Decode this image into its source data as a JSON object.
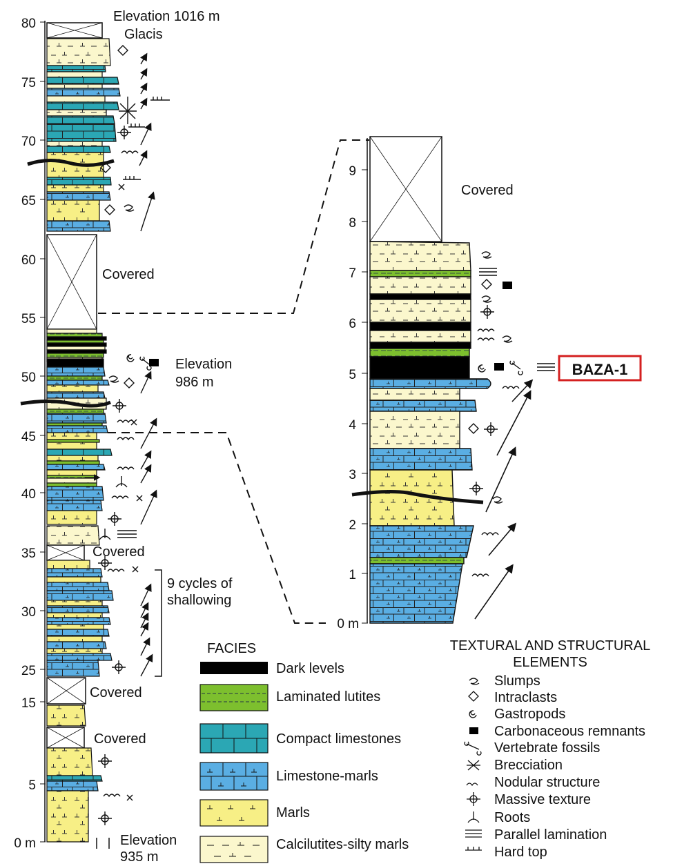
{
  "left_column": {
    "elevation_top": "Elevation 1016 m",
    "glacis": "Glacis",
    "elevation_mid_line1": "Elevation",
    "elevation_mid_line2": "986 m",
    "elevation_bottom_line1": "Elevation",
    "elevation_bottom_line2": "935 m",
    "covered_upper": "Covered",
    "covered_35": "Covered",
    "covered_17": "Covered",
    "covered_10": "Covered",
    "cycles_line1": "9 cycles of",
    "cycles_line2": "shallowing",
    "axis_ticks": [
      {
        "label": "80"
      },
      {
        "label": "75"
      },
      {
        "label": "70"
      },
      {
        "label": "65"
      },
      {
        "label": "60"
      },
      {
        "label": "55"
      },
      {
        "label": "50"
      },
      {
        "label": "45"
      },
      {
        "label": "40"
      },
      {
        "label": "35"
      },
      {
        "label": "30"
      },
      {
        "label": "25"
      },
      {
        "label": "15"
      },
      {
        "label": "5"
      },
      {
        "label": "0 m"
      }
    ]
  },
  "right_column": {
    "covered": "Covered",
    "sample_label": "BAZA-1",
    "sample_color": "#d42020",
    "axis_ticks": [
      {
        "label": "9"
      },
      {
        "label": "8"
      },
      {
        "label": "7"
      },
      {
        "label": "6"
      },
      {
        "label": "5"
      },
      {
        "label": "4"
      },
      {
        "label": "3"
      },
      {
        "label": "2"
      },
      {
        "label": "1"
      },
      {
        "label": "0 m"
      }
    ]
  },
  "facies_legend": {
    "title": "FACIES",
    "items": [
      {
        "label": "Dark levels",
        "color": "#000000"
      },
      {
        "label": "Laminated lutites",
        "color": "#7dbf2e"
      },
      {
        "label": "Compact limestones",
        "color": "#2ba7b4"
      },
      {
        "label": "Limestone-marls",
        "color": "#5aaee3"
      },
      {
        "label": "Marls",
        "color": "#f7ef86"
      },
      {
        "label": "Calcilutites-silty marls",
        "color": "#fbf7cd"
      }
    ]
  },
  "structures_legend": {
    "title_line1": "TEXTURAL AND STRUCTURAL",
    "title_line2": "ELEMENTS",
    "items": [
      {
        "label": "Slumps",
        "icon": "slump-icon"
      },
      {
        "label": "Intraclasts",
        "icon": "diamond-icon"
      },
      {
        "label": "Gastropods",
        "icon": "gastropod-icon"
      },
      {
        "label": "Carbonaceous remnants",
        "icon": "square-icon"
      },
      {
        "label": "Vertebrate fossils",
        "icon": "bone-icon"
      },
      {
        "label": "Brecciation",
        "icon": "cross-hatch-icon"
      },
      {
        "label": "Nodular structure",
        "icon": "arch-icon"
      },
      {
        "label": "Massive texture",
        "icon": "crosshair-icon"
      },
      {
        "label": "Roots",
        "icon": "root-icon"
      },
      {
        "label": "Parallel lamination",
        "icon": "triple-line-icon"
      },
      {
        "label": "Hard top",
        "icon": "hard-top-icon"
      }
    ]
  }
}
